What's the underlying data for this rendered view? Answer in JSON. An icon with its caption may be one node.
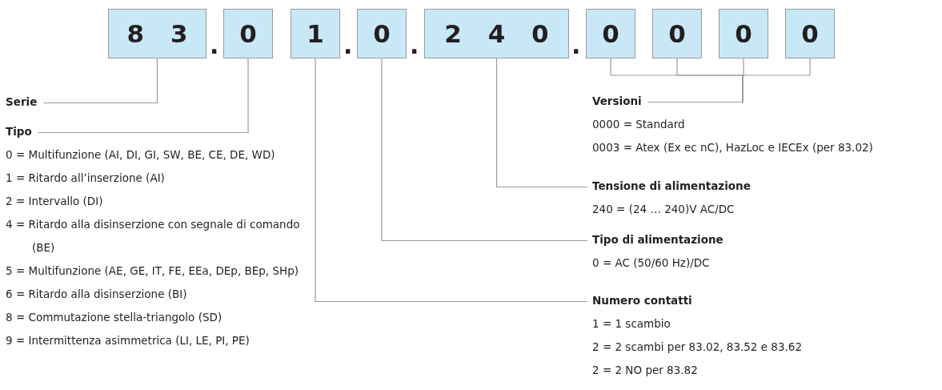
{
  "diagram": {
    "nodes": [
      {
        "text": [
          "8 3"
        ]
      },
      {
        "text": [
          "0"
        ]
      },
      {
        "text": [
          "1"
        ]
      },
      {
        "text": [
          "0"
        ]
      },
      {
        "text": [
          "2 4 0"
        ]
      },
      {
        "text": [
          "0"
        ]
      },
      {
        "text": [
          "0"
        ]
      },
      {
        "text": [
          "0"
        ]
      },
      {
        "text": [
          "0"
        ]
      },
      {
        "text": [
          "Serie"
        ]
      },
      {
        "text": [
          "Tipo",
          "0 = Multifunzione (AI, DI, GI, SW, BE, CE, DE, WD)",
          "1 = Ritardo all’inserzione (AI)",
          "2 = Intervallo (DI)",
          "4 = Ritardo alla disinserzione con segnale di comando (BE)",
          "5 = Multifunzione (AE, GE, IT, FE, EEa, DEp, BEp, SHp)",
          "6 = Ritardo alla disinserzione (BI)",
          "8 = Commutazione stella-triangolo (SD)",
          "9 = Intermittenza asimmetrica (LI, LE, PI, PE)"
        ]
      },
      {
        "text": [
          "Versioni",
          "0000 = Standard",
          "0003 = Atex (Ex ec nC), HazLoc e IECEx (per 83.02)"
        ]
      },
      {
        "text": [
          "Tensione di alimentazione",
          "240 = (24 … 240)V AC/DC"
        ]
      },
      {
        "text": [
          "Tipo di alimentazione",
          "0 = AC (50/60 Hz)/DC"
        ]
      },
      {
        "text": [
          "Numero contatti",
          "1 = 1 scambio",
          "2 = 2 scambi per 83.02, 83.52 e 83.62",
          "2 = 2 NO per 83.82"
        ]
      }
    ],
    "edges": [
      {
        "from": 9,
        "to": 0,
        "arrow": "none"
      },
      {
        "from": 10,
        "to": 1,
        "arrow": "none"
      },
      {
        "from": 11,
        "to": 5,
        "arrow": "none"
      },
      {
        "from": 11,
        "to": 6,
        "arrow": "none"
      },
      {
        "from": 11,
        "to": 7,
        "arrow": "none"
      },
      {
        "from": 11,
        "to": 8,
        "arrow": "none"
      },
      {
        "from": 12,
        "to": 4,
        "arrow": "none"
      },
      {
        "from": 13,
        "to": 3,
        "arrow": "none"
      },
      {
        "from": 14,
        "to": 2,
        "arrow": "none"
      }
    ],
    "labels": [
      ".",
      ".",
      ".",
      "."
    ]
  }
}
